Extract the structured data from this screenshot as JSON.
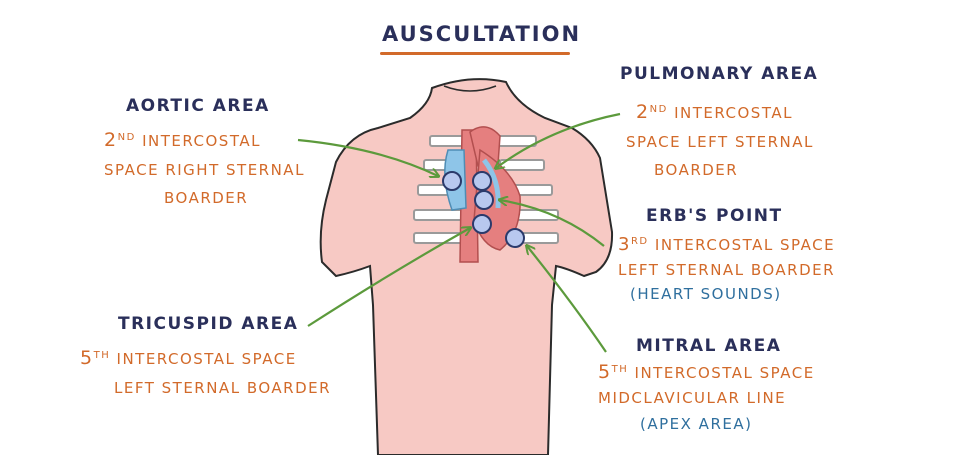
{
  "title": "AUSCULTATION",
  "areas": {
    "aortic": {
      "name": "AORTIC AREA",
      "ordinal_num": "2",
      "ordinal_sup": "nd",
      "line1_rest": "INTERCOSTAL",
      "line2": "SPACE RIGHT STERNAL",
      "line3": "BOARDER"
    },
    "pulmonary": {
      "name": "PULMONARY AREA",
      "ordinal_num": "2",
      "ordinal_sup": "nd",
      "line1_rest": "INTERCOSTAL",
      "line2": "SPACE LEFT STERNAL",
      "line3": "BOARDER"
    },
    "erbs": {
      "name": "ERB'S POINT",
      "ordinal_num": "3",
      "ordinal_sup": "rd",
      "line1_rest": "INTERCOSTAL SPACE",
      "line2": "LEFT STERNAL BOARDER",
      "note": "(HEART SOUNDS)"
    },
    "tricuspid": {
      "name": "TRICUSPID AREA",
      "ordinal_num": "5",
      "ordinal_sup": "th",
      "line1_rest": "INTERCOSTAL SPACE",
      "line2": "LEFT STERNAL BOARDER"
    },
    "mitral": {
      "name": "MITRAL AREA",
      "ordinal_num": "5",
      "ordinal_sup": "th",
      "line1_rest": "INTERCOSTAL SPACE",
      "line2": "MIDCLAVICULAR LINE",
      "note": "(APEX AREA)"
    }
  },
  "colors": {
    "heading": "#2a2f5a",
    "description": "#d26a2a",
    "note": "#2f6f9e",
    "arrow": "#5c9a3c",
    "skin": "#f7c9c4",
    "marker": "#b8c8ef"
  }
}
